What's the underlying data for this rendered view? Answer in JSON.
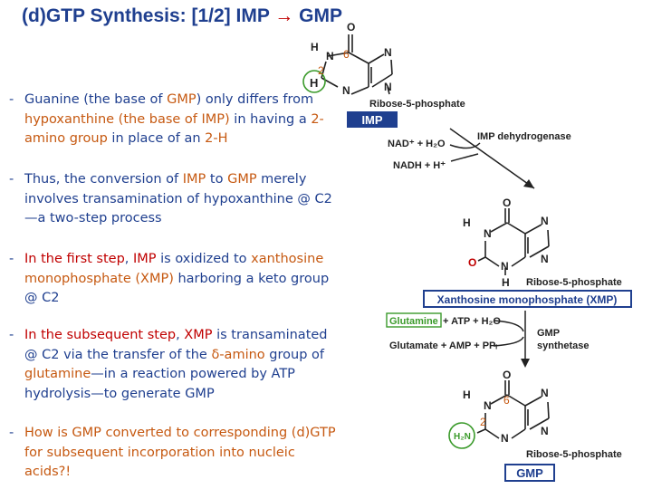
{
  "title": {
    "prefix": "(d)GTP Synthesis: [1/2] IMP ",
    "arrow": "→",
    "suffix": " GMP"
  },
  "bullets": [
    {
      "dash": "-",
      "segments": [
        {
          "t": "Guanine (the base of ",
          "c": "n"
        },
        {
          "t": "GMP",
          "c": "h"
        },
        {
          "t": ") only differs from ",
          "c": "n"
        },
        {
          "t": "hypoxanthine (the base of IMP)",
          "c": "h"
        },
        {
          "t": " in having a ",
          "c": "n"
        },
        {
          "t": "2-amino group",
          "c": "h"
        },
        {
          "t": " in place of an ",
          "c": "n"
        },
        {
          "t": "2-H",
          "c": "h"
        }
      ]
    },
    {
      "dash": "-",
      "segments": [
        {
          "t": "Thus, the conversion of ",
          "c": "n"
        },
        {
          "t": "IMP",
          "c": "h"
        },
        {
          "t": " to ",
          "c": "n"
        },
        {
          "t": "GMP",
          "c": "h"
        },
        {
          "t": " merely involves transamination of hypoxanthine @ C2—a two-step process",
          "c": "n"
        }
      ]
    },
    {
      "dash": "-",
      "segments": [
        {
          "t": "In the first step",
          "c": "r"
        },
        {
          "t": ", ",
          "c": "n"
        },
        {
          "t": "IMP",
          "c": "r"
        },
        {
          "t": " is oxidized to ",
          "c": "n"
        },
        {
          "t": "xanthosine monophosphate (XMP)",
          "c": "h"
        },
        {
          "t": " harboring a keto group @ C2",
          "c": "n"
        }
      ]
    },
    {
      "dash": "-",
      "segments": [
        {
          "t": "In the subsequent step",
          "c": "r"
        },
        {
          "t": ", ",
          "c": "n"
        },
        {
          "t": "XMP",
          "c": "r"
        },
        {
          "t": " is transaminated @ C2 via the transfer of the ",
          "c": "n"
        },
        {
          "t": "δ-amino",
          "c": "h"
        },
        {
          "t": " group of ",
          "c": "n"
        },
        {
          "t": "glutamine",
          "c": "h"
        },
        {
          "t": "—in a reaction powered by ATP hydrolysis—to generate GMP",
          "c": "n"
        }
      ]
    },
    {
      "dash": "-",
      "segments": [
        {
          "t": "How is GMP converted to corresponding (d)GTP for subsequent incorporation into nucleic acids?!",
          "c": "h"
        }
      ]
    }
  ],
  "diagram": {
    "top_struct": {
      "H": "H",
      "O": "O",
      "N7": "N",
      "N3": "N",
      "N9": "N",
      "sugar": "Ribose-5-phosphate",
      "c6": "6",
      "c2": "2",
      "H2": "H"
    },
    "imp_label": "IMP",
    "step1": {
      "cof_in": "NAD⁺ + H₂O",
      "cof_out": "NADH + H⁺",
      "enzyme": "IMP dehydrogenase"
    },
    "xmp_struct": {
      "O_top": "O",
      "H": "H",
      "N7": "N",
      "N3": "N",
      "N9": "N",
      "O2": "O",
      "H3": "H",
      "sugar": "Ribose-5-phosphate"
    },
    "xmp_label": "Xanthosine monophosphate (XMP)",
    "step2": {
      "gln": "Glutamine",
      "in_rest": "+ ATP + H₂O",
      "out": "Glutamate + AMP + PPᵢ",
      "enzyme_l1": "GMP",
      "enzyme_l2": "synthetase"
    },
    "gmp_struct": {
      "O": "O",
      "H": "H",
      "N7": "N",
      "N3": "N",
      "N9": "N",
      "NH2": "H₂N",
      "sugar": "Ribose-5-phosphate",
      "c6": "6",
      "c2": "2"
    },
    "gmp_label": "GMP"
  },
  "colors": {
    "title": "#1f3f8f",
    "highlight": "#c65911",
    "red": "#c00000",
    "label_box": "#1f3f8f",
    "green": "#3a9a2a"
  }
}
